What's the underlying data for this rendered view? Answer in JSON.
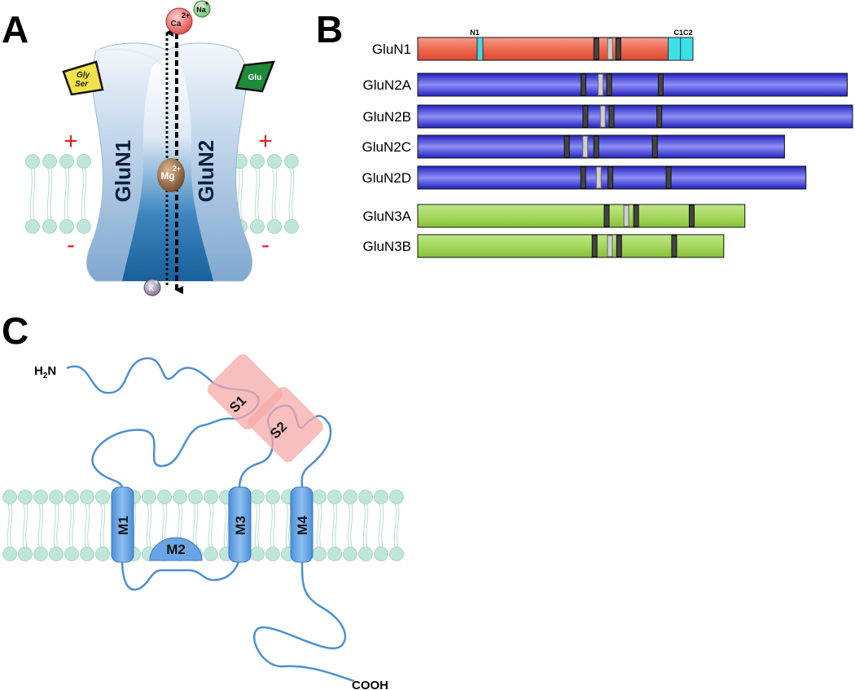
{
  "panel_a": {
    "letter": "A",
    "subunit_left": "GluN1",
    "subunit_right": "GluN2",
    "ligand_left_line1": "Gly",
    "ligand_left_line2": "Ser",
    "ligand_right": "Glu",
    "plus": "+",
    "minus": "-",
    "ions": {
      "ca": "Ca",
      "ca_charge": "2+",
      "na": "Na",
      "na_charge": "+",
      "mg": "Mg",
      "mg_charge": "2+",
      "k": "K",
      "k_charge": "+"
    },
    "colors": {
      "channel": "#bcd2ea",
      "pore": "#1f6fae",
      "lipid": "#b9e3d6",
      "glu": "#1e8a3a",
      "gly": "#f2e34a"
    }
  },
  "panel_b": {
    "letter": "B",
    "domain_labels": {
      "n1": "N1",
      "c1c2": "C1C2"
    },
    "subunits": [
      {
        "name": "GluN1",
        "length": 938,
        "color": "#f06a50"
      },
      {
        "name": "GluN2A",
        "length": 1464,
        "color": "#2b2bdc"
      },
      {
        "name": "GluN2B",
        "length": 1482,
        "color": "#2b2bdc"
      },
      {
        "name": "GluN2C",
        "length": 1250,
        "color": "#2b2bdc"
      },
      {
        "name": "GluN2D",
        "length": 1323,
        "color": "#2b2bdc"
      },
      {
        "name": "GluN3A",
        "length": 1115,
        "color": "#9ad14a"
      },
      {
        "name": "GluN3B",
        "length": 1043,
        "color": "#9ad14a"
      }
    ]
  },
  "panel_c": {
    "letter": "C",
    "n_term": "H2N",
    "c_term": "COOH",
    "s1": "S1",
    "s2": "S2",
    "m1": "M1",
    "m2": "M2",
    "m3": "M3",
    "m4": "M4"
  }
}
